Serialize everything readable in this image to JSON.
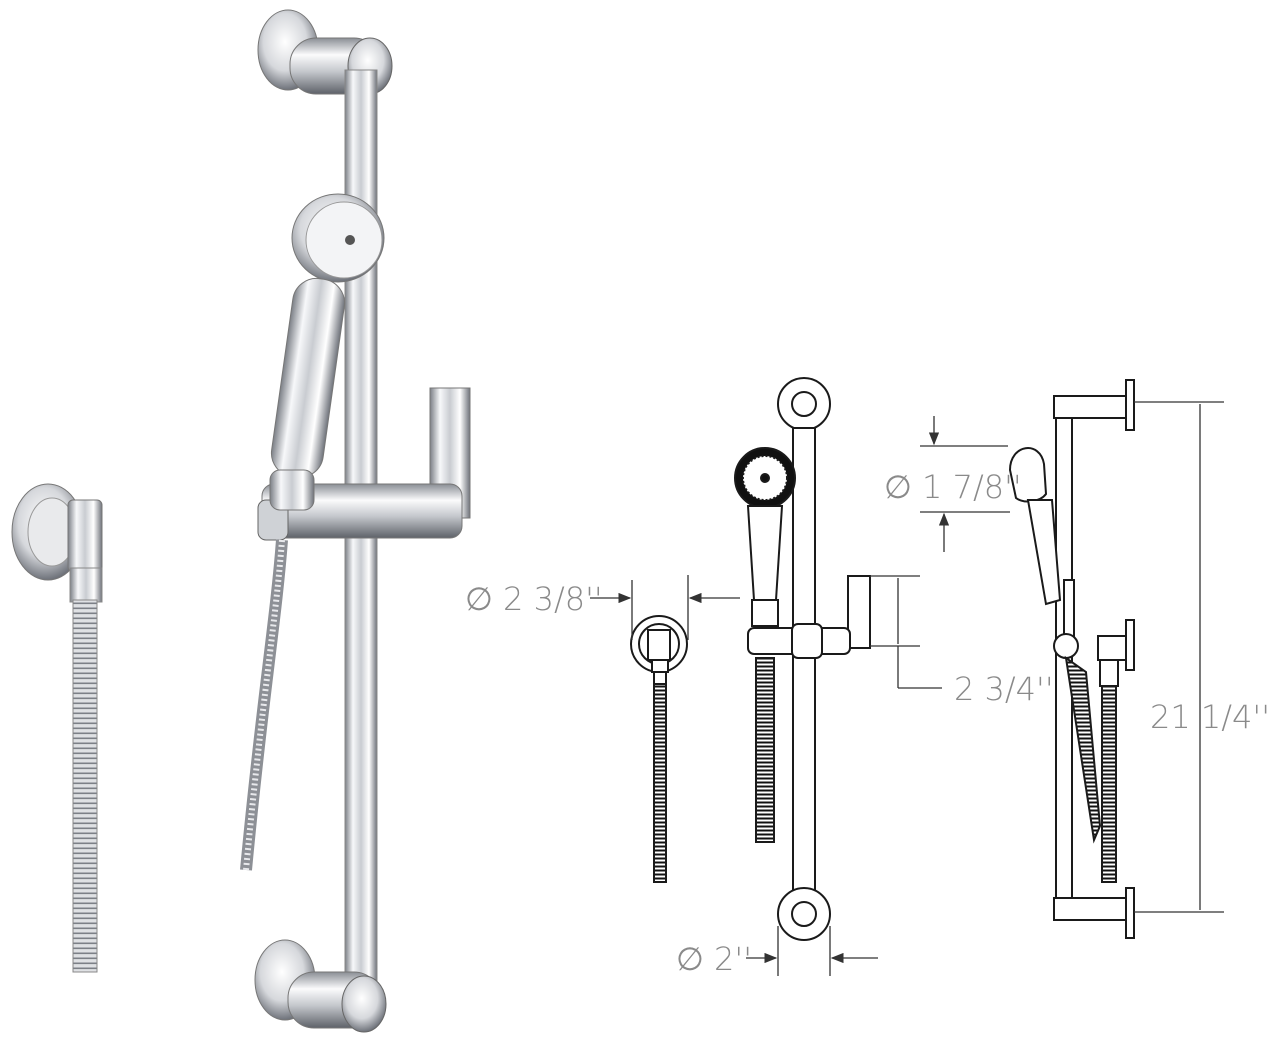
{
  "dimensions": {
    "wall_elbow_diameter": "∅ 2 3/8''",
    "hand_shower_diameter": "∅ 1 7/8''",
    "holder_height": "2 3/4''",
    "bar_length": "21 1/4''",
    "flange_diameter": "∅ 2''"
  },
  "colors": {
    "chrome_light": "#f4f5f7",
    "chrome_mid": "#c9ccd1",
    "chrome_dark": "#6e727a",
    "line": "#1a1a1a",
    "dimension_text": "#8a8a8a"
  }
}
